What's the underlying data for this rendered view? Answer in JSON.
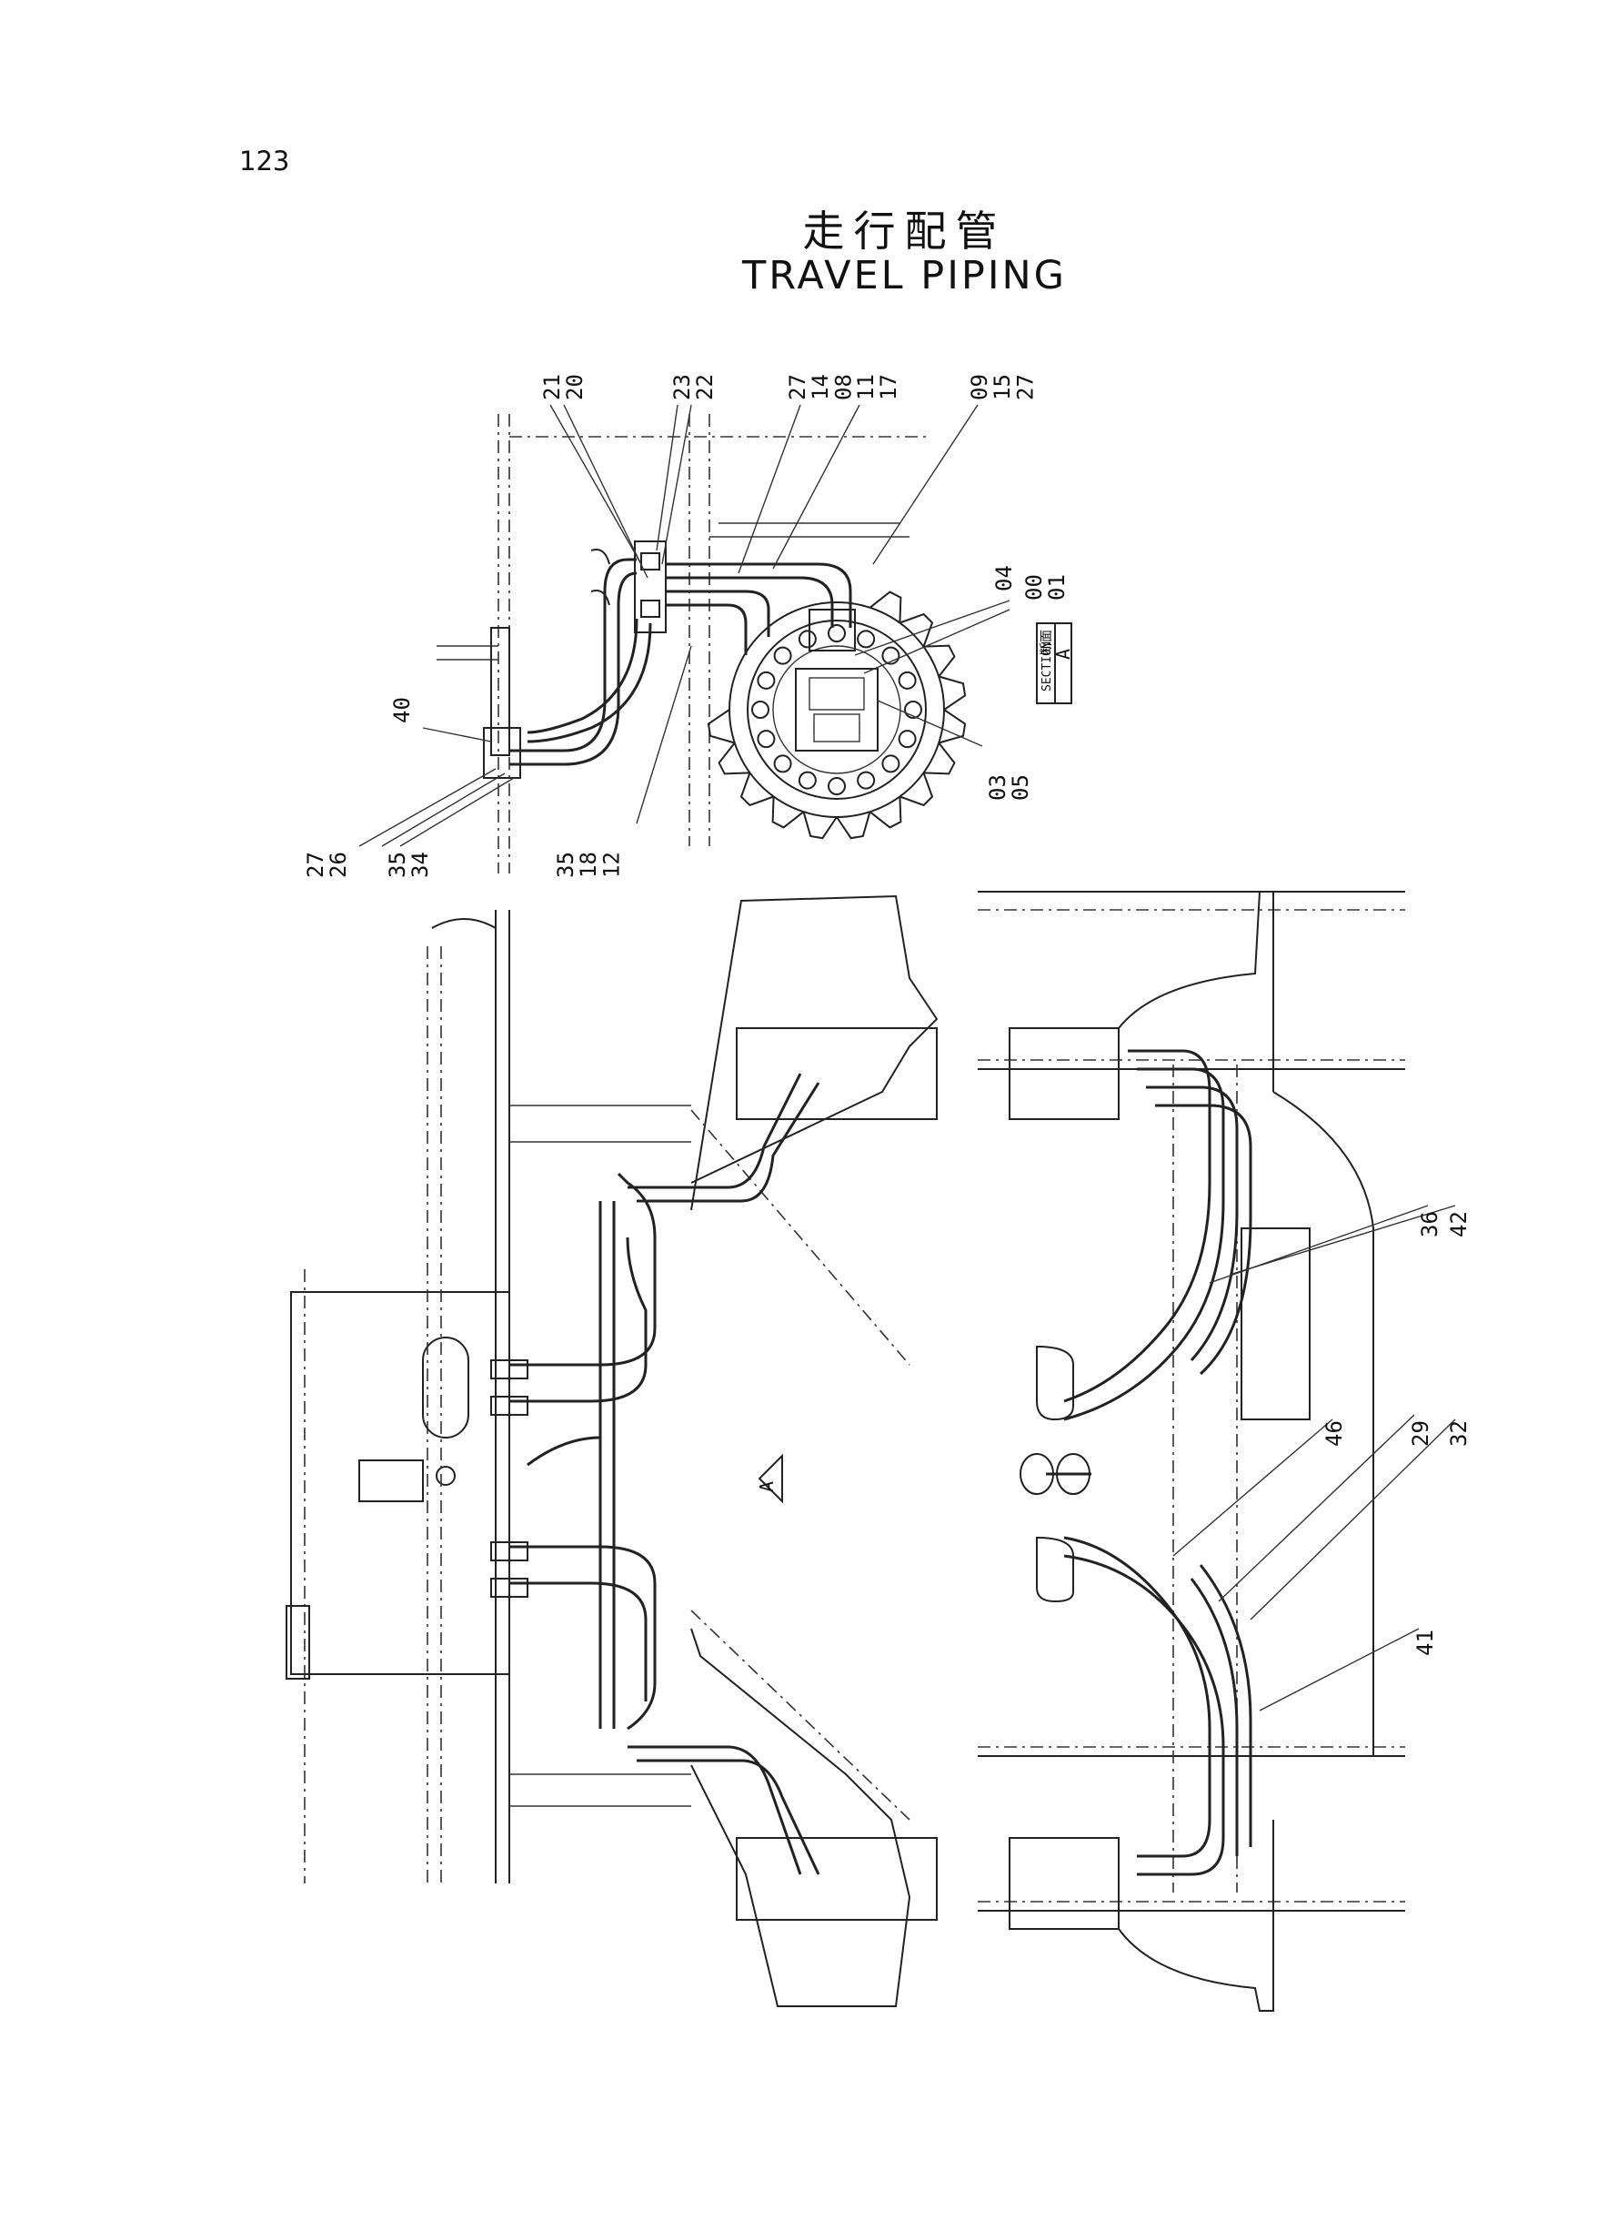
{
  "page_number": "123",
  "title": {
    "cn": "走行配管",
    "en": "TRAVEL  PIPING"
  },
  "section_tag": {
    "cn": "断面",
    "en": "SECTION",
    "letter": "A"
  },
  "view_marker": "A",
  "top_view_callouts": {
    "c_21_20": "21\n20",
    "c_23_22": "23\n22",
    "c_27_14_08": "27\n14\n08",
    "c_11_17": "11\n17",
    "c_09_15_27": "09\n15\n27",
    "c_00_01": "00\n01",
    "c_04": "04",
    "c_03_05": "03\n05",
    "c_40": "40",
    "c_27_26": "27\n26",
    "c_35_34": "35\n34",
    "c_35_18_12": "35\n18\n12"
  },
  "right_view_callouts": {
    "c_36": "36",
    "c_42": "42",
    "c_46": "46",
    "c_29": "29",
    "c_32": "32",
    "c_41": "41"
  },
  "icons": [
    "sprocket-icon",
    "direction-arrow-icon",
    "section-marker-icon"
  ]
}
